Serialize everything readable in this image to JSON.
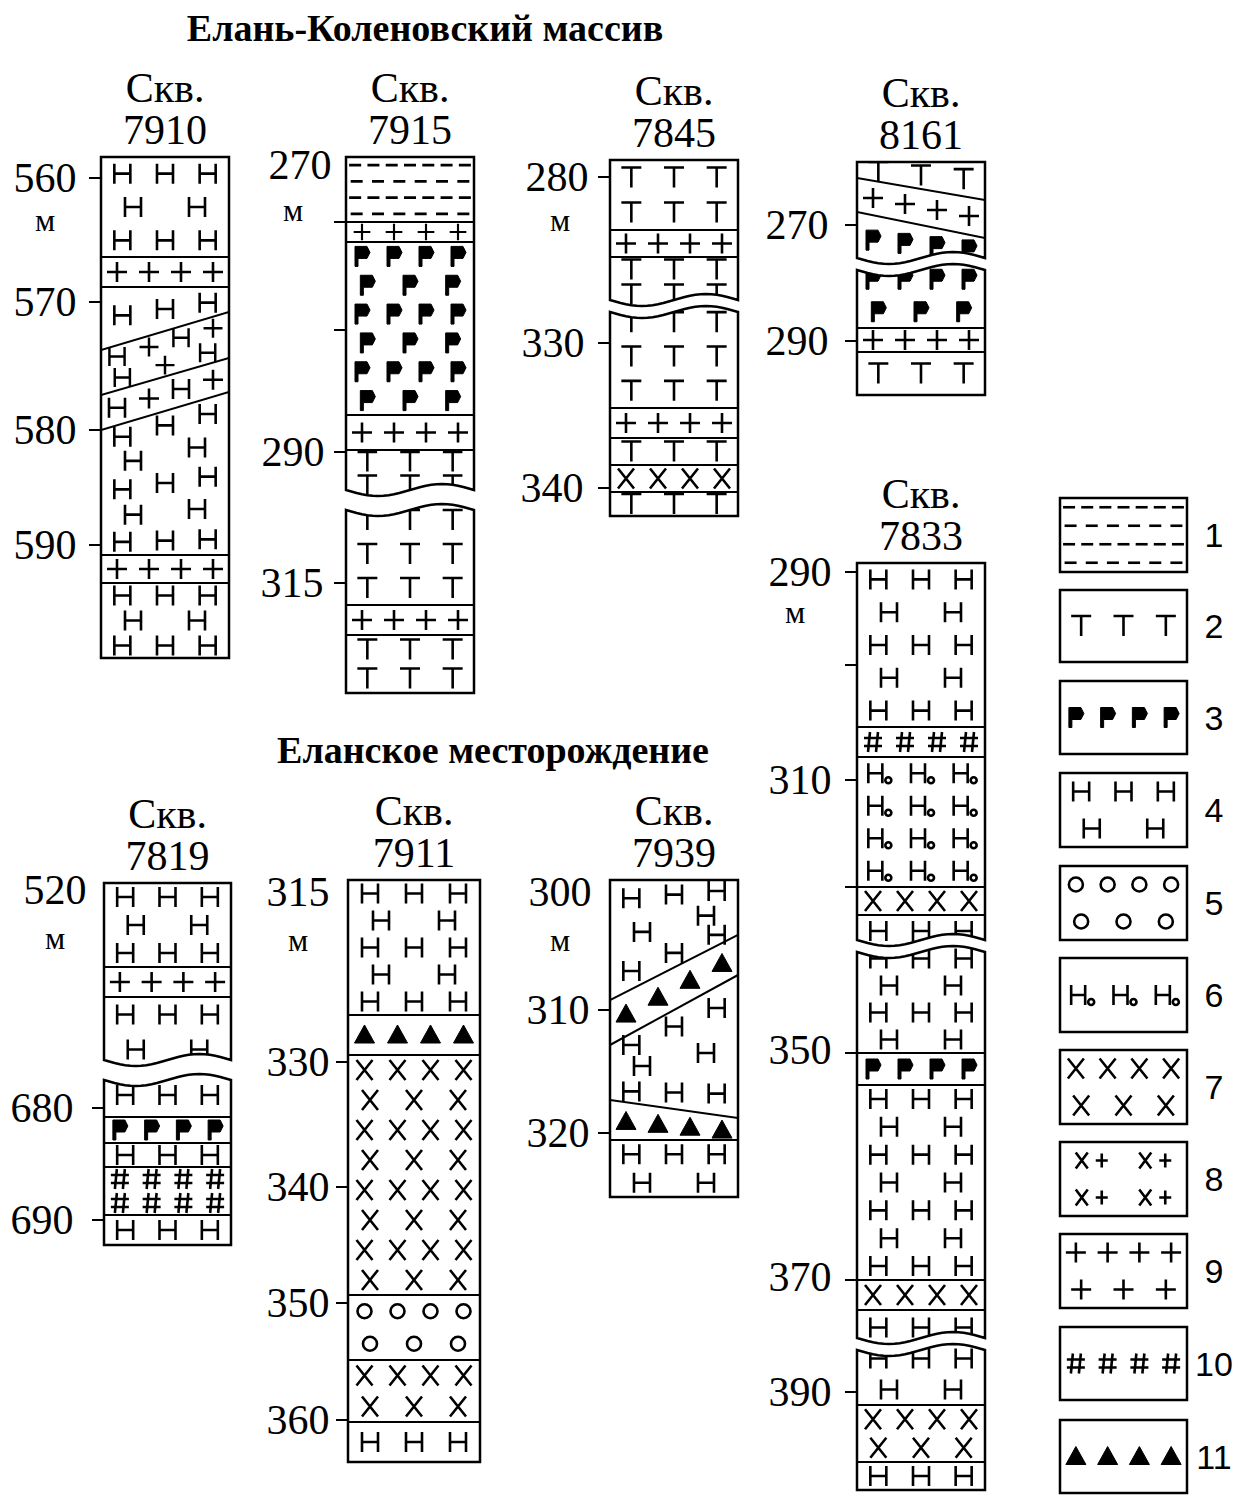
{
  "diagram": {
    "title": "Елань-Коленовский массив",
    "nodes": [
      {
        "text": [
          "Скв. 7910"
        ]
      },
      {
        "text": [
          "Скв. 7915"
        ]
      },
      {
        "text": [
          "Скв. 7845"
        ]
      },
      {
        "text": [
          "Скв. 8161"
        ]
      },
      {
        "text": [
          "Скв. 7833"
        ]
      },
      {
        "text": [
          "Скв. 7819"
        ]
      },
      {
        "text": [
          "Скв. 7911"
        ]
      },
      {
        "text": [
          "Скв. 7939"
        ]
      }
    ],
    "labels": [
      "560",
      "м",
      "570",
      "580",
      "590",
      "270",
      "м",
      "290",
      "315",
      "280",
      "м",
      "330",
      "340",
      "270",
      "290",
      "290",
      "м",
      "310",
      "350",
      "370",
      "390",
      "Еланское месторождение",
      "520",
      "м",
      "680",
      "690",
      "315",
      "м",
      "330",
      "340",
      "350",
      "360",
      "300",
      "м",
      "310",
      "320"
    ],
    "legend": [
      {
        "text": "1"
      },
      {
        "text": "2"
      },
      {
        "text": "3"
      },
      {
        "text": "4"
      },
      {
        "text": "5"
      },
      {
        "text": "6"
      },
      {
        "text": "7"
      },
      {
        "text": "8"
      },
      {
        "text": "9"
      },
      {
        "text": "10"
      },
      {
        "text": "11"
      }
    ]
  }
}
